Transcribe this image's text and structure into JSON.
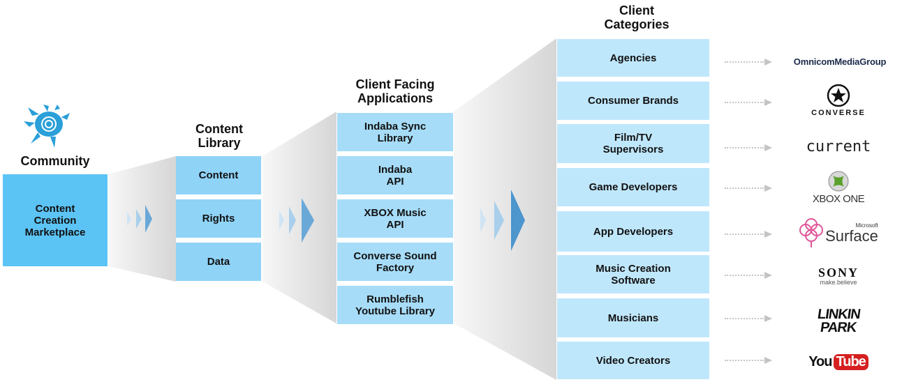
{
  "community": {
    "heading": "Community",
    "box": "Content\nCreation\nMarketplace"
  },
  "content_library": {
    "heading": "Content\nLibrary",
    "items": [
      "Content",
      "Rights",
      "Data"
    ]
  },
  "applications": {
    "heading": "Client Facing\nApplications",
    "items": [
      "Indaba Sync\nLibrary",
      "Indaba\nAPI",
      "XBOX Music\nAPI",
      "Converse Sound\nFactory",
      "Rumblefish\nYoutube Library"
    ]
  },
  "categories": {
    "heading": "Client\nCategories",
    "items": [
      "Agencies",
      "Consumer Brands",
      "Film/TV\nSupervisors",
      "Game Developers",
      "App Developers",
      "Music Creation\nSoftware",
      "Musicians",
      "Video Creators"
    ]
  },
  "logos": {
    "omnicom": "OmnicomMediaGroup",
    "converse": "CONVERSE",
    "current": "current",
    "xbox": "XBOX ONE",
    "surface_small": "Microsoft",
    "surface": "Surface",
    "sony": "SONY",
    "sony_tag": "make.believe",
    "linkin_1": "LINKIN",
    "linkin_2": "PARK",
    "youtube_1": "You",
    "youtube_2": "Tube"
  },
  "colors": {
    "community_box": "#5cc3f5",
    "library_box": "#8fd3f7",
    "app_box": "#a6dcf8",
    "category_box": "#bfe7fb",
    "chevron": "#6aa8d8"
  }
}
